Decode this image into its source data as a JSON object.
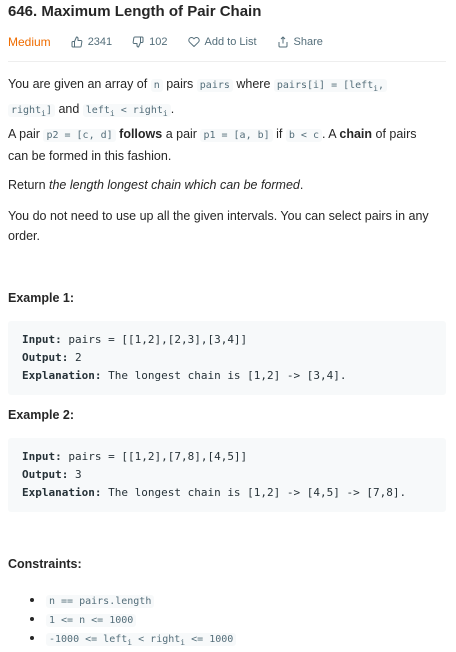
{
  "problem": {
    "title": "646. Maximum Length of Pair Chain",
    "difficulty": "Medium",
    "likes": "2341",
    "dislikes": "102",
    "add_to_list": "Add to List",
    "share": "Share"
  },
  "description": {
    "p1": {
      "t1": "You are given an array of ",
      "c1": "n",
      "t2": " pairs ",
      "c2": "pairs",
      "t3": " where ",
      "c3": "pairs[i] = [left",
      "c3_sub": "i",
      "c3b": ", ",
      "c4": "right",
      "c4_sub": "i",
      "c4b": "]",
      "t4": " and ",
      "c5": "left",
      "c5_sub": "i",
      "c5b": " < right",
      "c5b_sub": "i",
      "t5": "."
    },
    "p2": {
      "t1": "A pair ",
      "c1": "p2 = [c, d]",
      "b1": "follows",
      "t2": " a pair ",
      "c2": "p1 = [a, b]",
      "t3": " if ",
      "c3": "b < c",
      "t4": ". A ",
      "b2": "chain",
      "t5": " of pairs can be formed in this fashion."
    },
    "p3": {
      "t1": "Return ",
      "i1": "the length longest chain which can be formed",
      "t2": "."
    },
    "p4": "You do not need to use up all the given intervals. You can select pairs in any order."
  },
  "examples": [
    {
      "heading": "Example 1:",
      "input_label": "Input:",
      "input": " pairs = [[1,2],[2,3],[3,4]]",
      "output_label": "Output:",
      "output": " 2",
      "explanation_label": "Explanation:",
      "explanation": " The longest chain is [1,2] -> [3,4]."
    },
    {
      "heading": "Example 2:",
      "input_label": "Input:",
      "input": " pairs = [[1,2],[7,8],[4,5]]",
      "output_label": "Output:",
      "output": " 3",
      "explanation_label": "Explanation:",
      "explanation": " The longest chain is [1,2] -> [4,5] -> [7,8]."
    }
  ],
  "constraints": {
    "heading": "Constraints:",
    "c1": "n == pairs.length",
    "c2": "1 <= n <= 1000",
    "c3a": "-1000 <= left",
    "c3_sub1": "i",
    "c3b": " < right",
    "c3_sub2": "i",
    "c3c": " <= 1000"
  },
  "colors": {
    "difficulty": "#ef6c00",
    "meta": "#546e7a",
    "code_bg": "#f7f9fa"
  }
}
